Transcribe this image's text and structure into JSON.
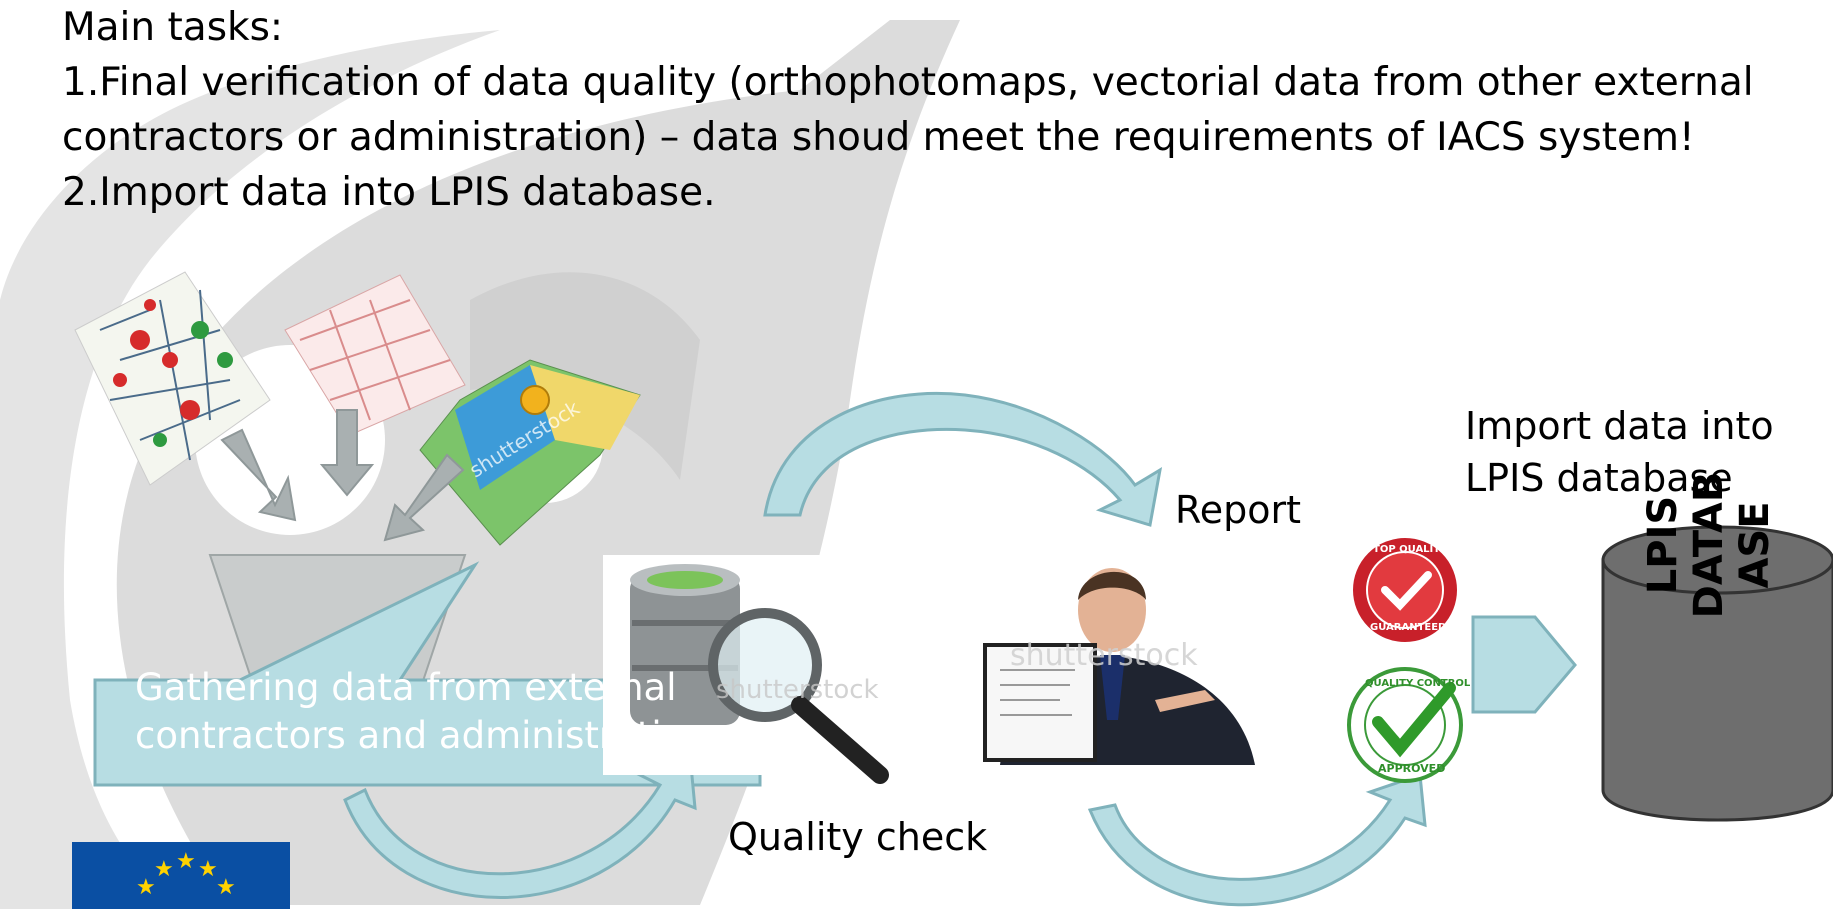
{
  "main_tasks": {
    "heading": "Main tasks:",
    "lines": [
      "1.Final verification of data quality (orthophotomaps, vectorial data from other external",
      "contractors or administration) – data shoud meet the requirements of IACS system!",
      "2.Import data into LPIS database."
    ]
  },
  "callout": {
    "line1": "Gathering data from external",
    "line2": "contractors and administration."
  },
  "labels": {
    "report": "Report",
    "quality_check": "Quality check",
    "import_line1": "Import data into",
    "import_line2": "LPIS database"
  },
  "database": {
    "line1": "LPIS",
    "line2": "DATAB",
    "line3": "ASE"
  },
  "watermarks": {
    "map": "shutterstock",
    "db": "shutterstock",
    "person": "shutterstock"
  },
  "badges": {
    "top_quality": "TOP QUALITY",
    "guaranteed": "GUARANTEED",
    "quality_control": "QUALITY CONTROL",
    "approved": "APPROVED"
  },
  "colors": {
    "arrow_fill": "#b7dde3",
    "arrow_stroke": "#7fb2bb",
    "gray_arrow": "#a3abab",
    "background_swirl": "#d9d9d9",
    "database_fill": "#6e6e6e",
    "eu_blue": "#0a4fa3",
    "eu_star": "#ffd200"
  }
}
